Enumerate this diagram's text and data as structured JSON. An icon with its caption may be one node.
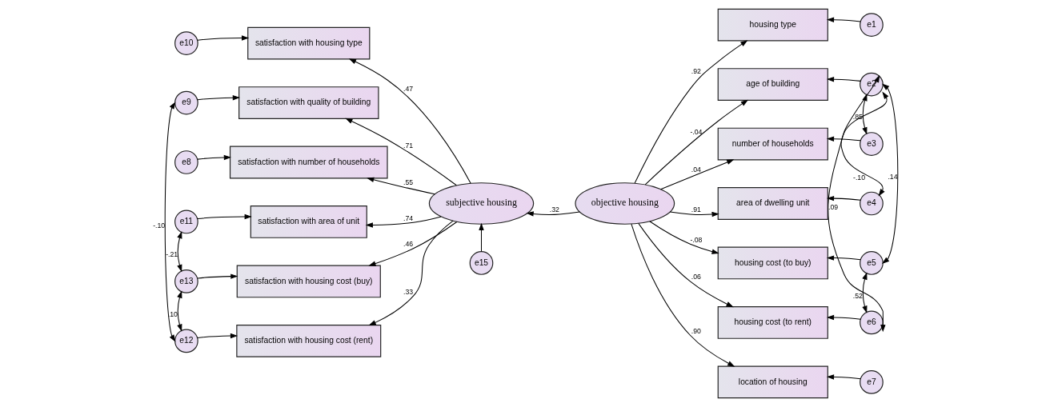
{
  "diagram": {
    "nodes": [
      {
        "text": [
          "e10"
        ]
      },
      {
        "text": [
          "satisfaction with housing type"
        ]
      },
      {
        "text": [
          "e9"
        ]
      },
      {
        "text": [
          "satisfaction with quality of building"
        ]
      },
      {
        "text": [
          "e8"
        ]
      },
      {
        "text": [
          "satisfaction with number of households"
        ]
      },
      {
        "text": [
          "e11"
        ]
      },
      {
        "text": [
          "satisfaction with area of unit"
        ]
      },
      {
        "text": [
          "e13"
        ]
      },
      {
        "text": [
          "satisfaction with housing cost (buy)"
        ]
      },
      {
        "text": [
          "e12"
        ]
      },
      {
        "text": [
          "satisfaction with housing cost (rent)"
        ]
      },
      {
        "text": [
          "e15"
        ]
      },
      {
        "text": [
          "subjective housing"
        ]
      },
      {
        "text": [
          "objective housing"
        ]
      },
      {
        "text": [
          "housing type"
        ]
      },
      {
        "text": [
          "e1"
        ]
      },
      {
        "text": [
          "age of building"
        ]
      },
      {
        "text": [
          "e2"
        ]
      },
      {
        "text": [
          "number of households"
        ]
      },
      {
        "text": [
          "e3"
        ]
      },
      {
        "text": [
          "area of dwelling unit"
        ]
      },
      {
        "text": [
          "e4"
        ]
      },
      {
        "text": [
          "housing cost (to buy)"
        ]
      },
      {
        "text": [
          "e5"
        ]
      },
      {
        "text": [
          "housing cost (to rent)"
        ]
      },
      {
        "text": [
          "e6"
        ]
      },
      {
        "text": [
          "location of housing"
        ]
      },
      {
        "text": [
          "e7"
        ]
      }
    ],
    "edges": [
      {
        "from": 0,
        "to": 1,
        "arrow": "to"
      },
      {
        "from": 2,
        "to": 3,
        "arrow": "to"
      },
      {
        "from": 4,
        "to": 5,
        "arrow": "to"
      },
      {
        "from": 6,
        "to": 7,
        "arrow": "to"
      },
      {
        "from": 8,
        "to": 9,
        "arrow": "to"
      },
      {
        "from": 10,
        "to": 11,
        "arrow": "to"
      },
      {
        "from": 2,
        "to": 10,
        "arrow": "both",
        "label": "-.10"
      },
      {
        "from": 6,
        "to": 8,
        "arrow": "both",
        "label": "-.21"
      },
      {
        "from": 8,
        "to": 10,
        "arrow": "both",
        "label": ".10"
      },
      {
        "from": 13,
        "to": 1,
        "arrow": "to",
        "label": ".47"
      },
      {
        "from": 13,
        "to": 3,
        "arrow": "to",
        "label": ".71"
      },
      {
        "from": 13,
        "to": 5,
        "arrow": "to",
        "label": ".55"
      },
      {
        "from": 13,
        "to": 7,
        "arrow": "to",
        "label": ".74"
      },
      {
        "from": 13,
        "to": 9,
        "arrow": "to",
        "label": ".46"
      },
      {
        "from": 13,
        "to": 11,
        "arrow": "to",
        "label": ".33"
      },
      {
        "from": 12,
        "to": 13,
        "arrow": "to"
      },
      {
        "from": 14,
        "to": 13,
        "arrow": "to",
        "label": ".32"
      },
      {
        "from": 14,
        "to": 15,
        "arrow": "to",
        "label": ".92"
      },
      {
        "from": 14,
        "to": 17,
        "arrow": "to",
        "label": "-.04"
      },
      {
        "from": 14,
        "to": 19,
        "arrow": "to",
        "label": ".04"
      },
      {
        "from": 14,
        "to": 21,
        "arrow": "to",
        "label": ".91"
      },
      {
        "from": 14,
        "to": 23,
        "arrow": "to",
        "label": "-.08"
      },
      {
        "from": 14,
        "to": 25,
        "arrow": "to",
        "label": ".06"
      },
      {
        "from": 14,
        "to": 27,
        "arrow": "to",
        "label": ".90"
      },
      {
        "from": 16,
        "to": 15,
        "arrow": "to"
      },
      {
        "from": 18,
        "to": 17,
        "arrow": "to"
      },
      {
        "from": 20,
        "to": 19,
        "arrow": "to"
      },
      {
        "from": 22,
        "to": 21,
        "arrow": "to"
      },
      {
        "from": 24,
        "to": 23,
        "arrow": "to"
      },
      {
        "from": 26,
        "to": 25,
        "arrow": "to"
      },
      {
        "from": 28,
        "to": 27,
        "arrow": "to"
      },
      {
        "from": 18,
        "to": 20,
        "arrow": "both",
        "label": ".85"
      },
      {
        "from": 18,
        "to": 22,
        "arrow": "both",
        "label": "-.10"
      },
      {
        "from": 18,
        "to": 24,
        "arrow": "both",
        "label": ".14"
      },
      {
        "from": 18,
        "to": 26,
        "arrow": "both",
        "label": ".09"
      },
      {
        "from": 24,
        "to": 26,
        "arrow": "both",
        "label": ".52"
      }
    ]
  }
}
